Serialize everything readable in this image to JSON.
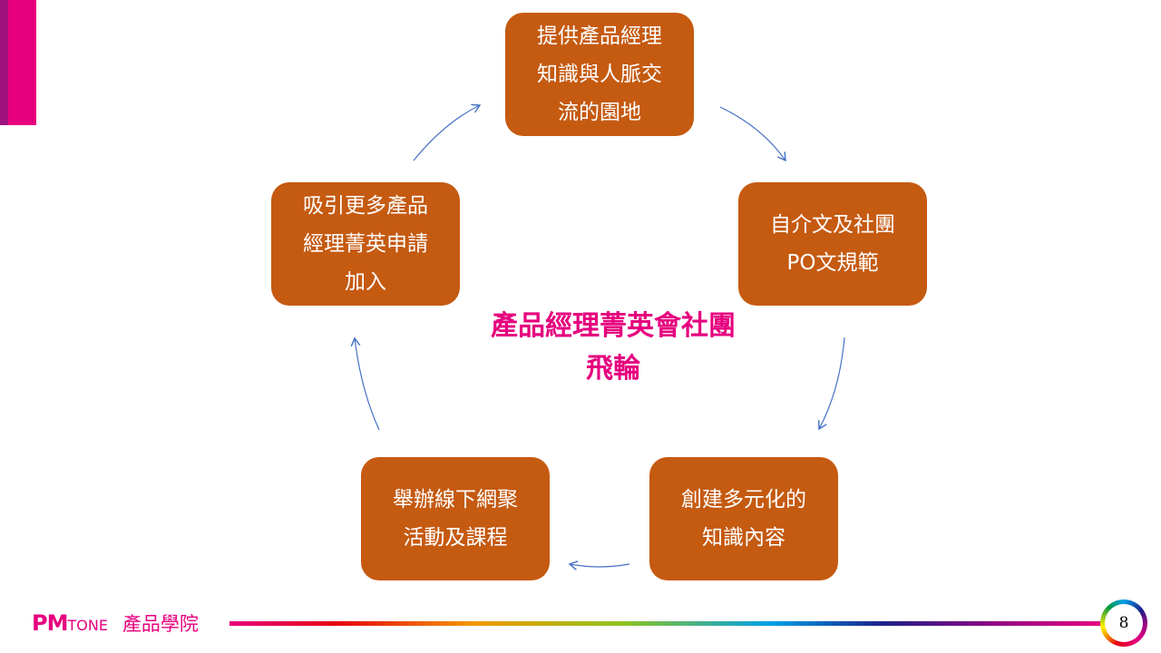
{
  "slide": {
    "title": "產品經理菁英會社團\n飛輪",
    "steps": [
      "提供產品經理\n知識與人脈交\n流的園地",
      "自介文及社團\nPO文規範",
      "創建多元化的\n知識內容",
      "舉辦線下網聚\n活動及課程",
      "吸引更多產品\n經理菁英申請\n加入"
    ],
    "page_number": "8"
  },
  "footer": {
    "logo_pm": "PM",
    "logo_tone": "TONE",
    "logo_cn": "產品學院"
  },
  "colors": {
    "box": "#C55A11",
    "accent": "#E6007E",
    "arrow": "#4472C4"
  }
}
